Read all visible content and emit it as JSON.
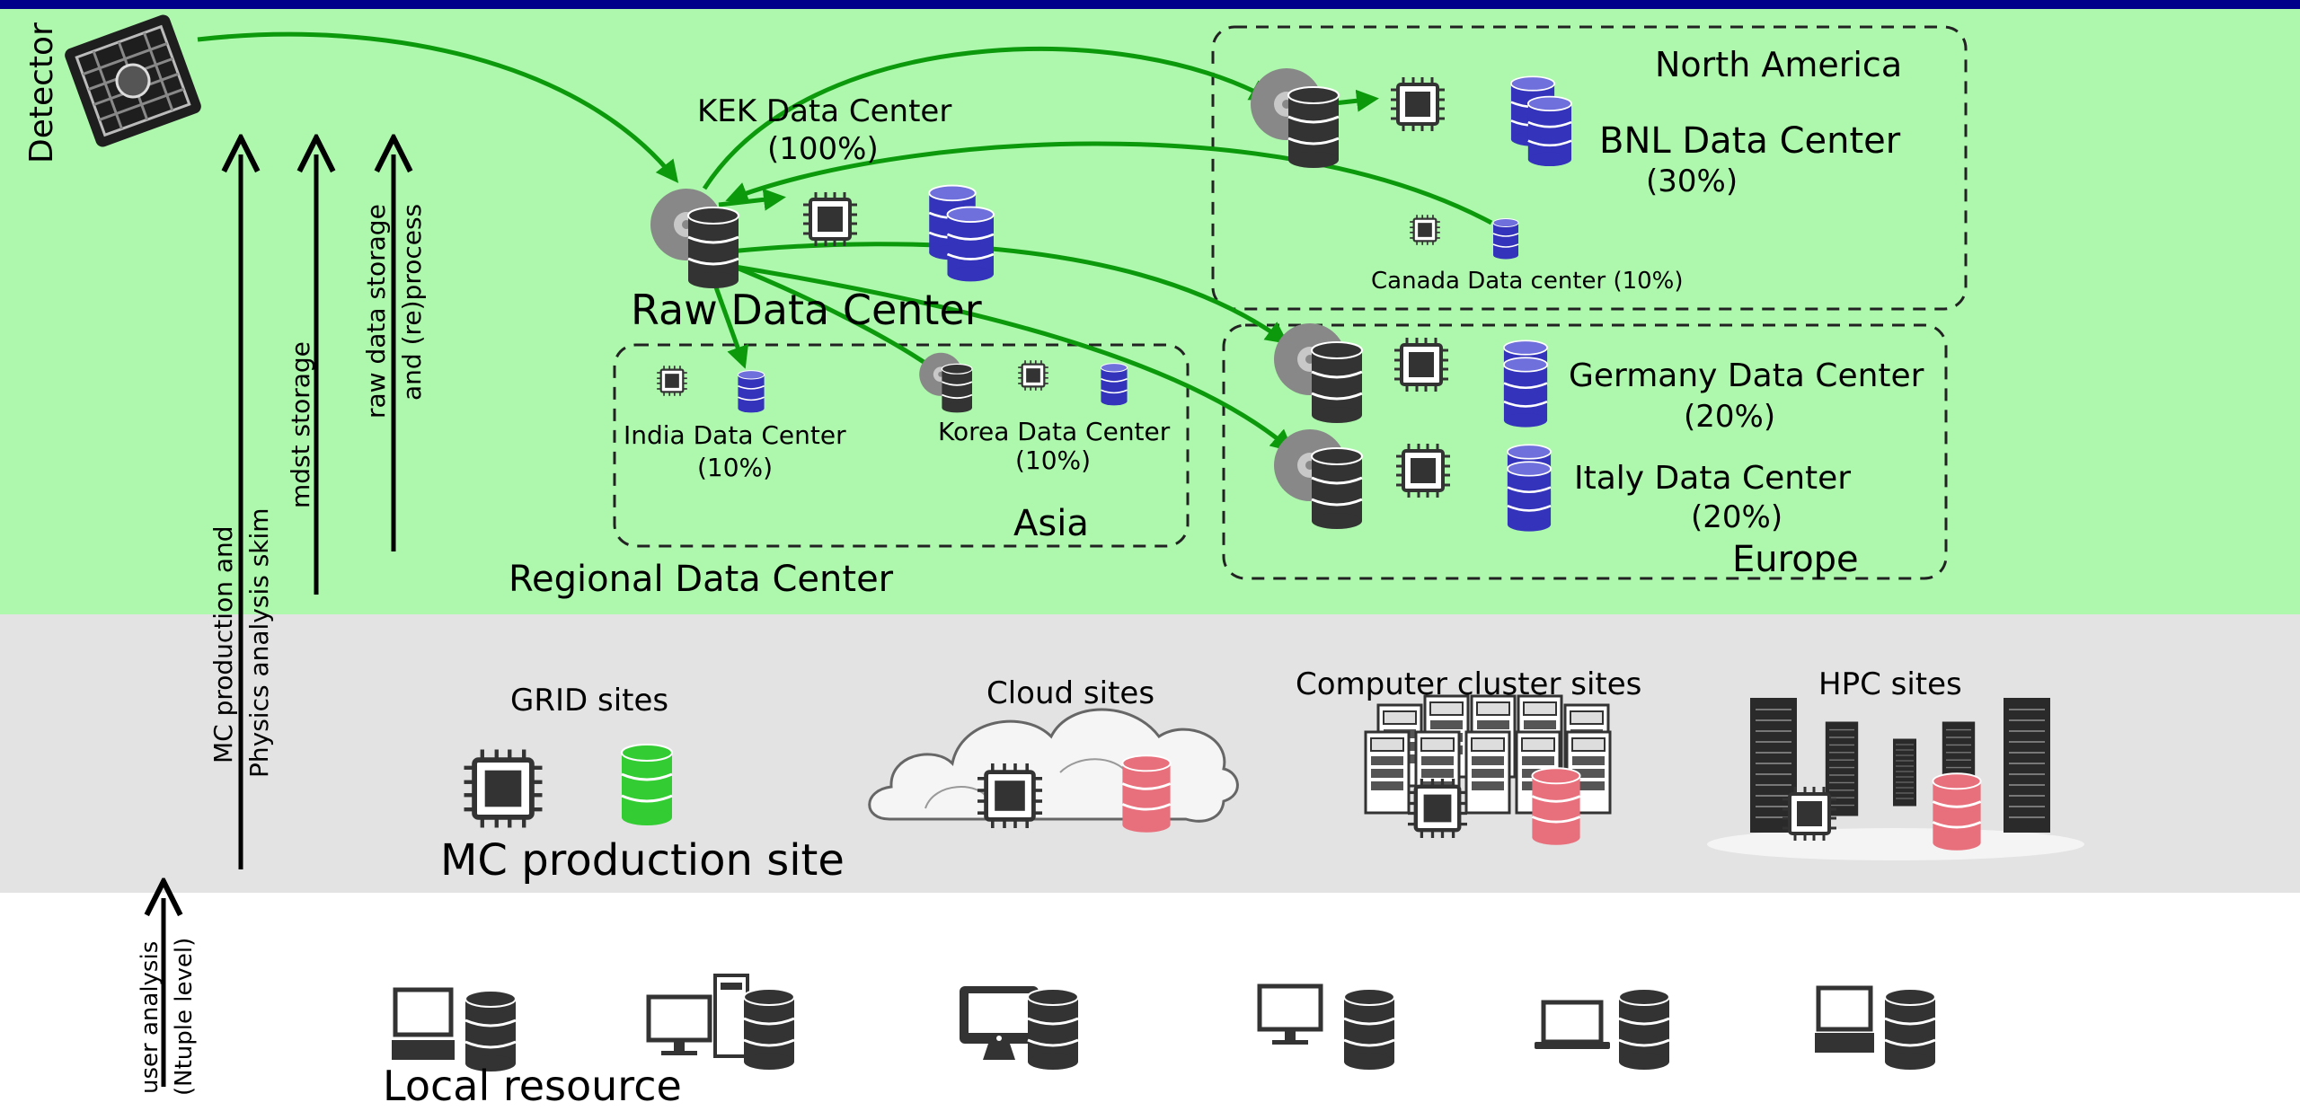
{
  "top_bar_color": "#00008b",
  "bands": {
    "data_center_color": "#adf8ad",
    "production_color": "#e3e3e3",
    "local_color": "#ffffff"
  },
  "detector": {
    "label": "Detector"
  },
  "flows": {
    "mc_line1": "MC production and",
    "mc_line2": "Physics analysis skim",
    "mdst": "mdst storage",
    "raw_line1": "raw data storage",
    "raw_line2": "and (re)process",
    "user_line1": "user analysis",
    "user_line2": "(Ntuple level)"
  },
  "kek": {
    "title": "KEK Data Center",
    "share": "(100%)",
    "caption": "Raw Data Center"
  },
  "regions": {
    "north_america": {
      "title": "North America",
      "bnl_name": "BNL Data Center",
      "bnl_share": "(30%)",
      "canada": "Canada Data center (10%)"
    },
    "asia": {
      "title": "Asia",
      "india_name": "India Data Center",
      "india_share": "(10%)",
      "korea_name": "Korea Data Center",
      "korea_share": "(10%)"
    },
    "europe": {
      "title": "Europe",
      "germany_name": "Germany Data Center",
      "germany_share": "(20%)",
      "italy_name": "Italy Data Center",
      "italy_share": "(20%)"
    },
    "regional_caption": "Regional Data Center"
  },
  "production": {
    "grid": "GRID sites",
    "cloud": "Cloud sites",
    "cluster": "Computer cluster sites",
    "hpc": "HPC sites",
    "caption": "MC production site"
  },
  "local": {
    "caption": "Local resource"
  },
  "colors": {
    "arrow_green": "#0c9a0c",
    "db_blue": "#3333bb",
    "db_green": "#33cc33",
    "db_red": "#e8707c",
    "dark": "#333333"
  }
}
